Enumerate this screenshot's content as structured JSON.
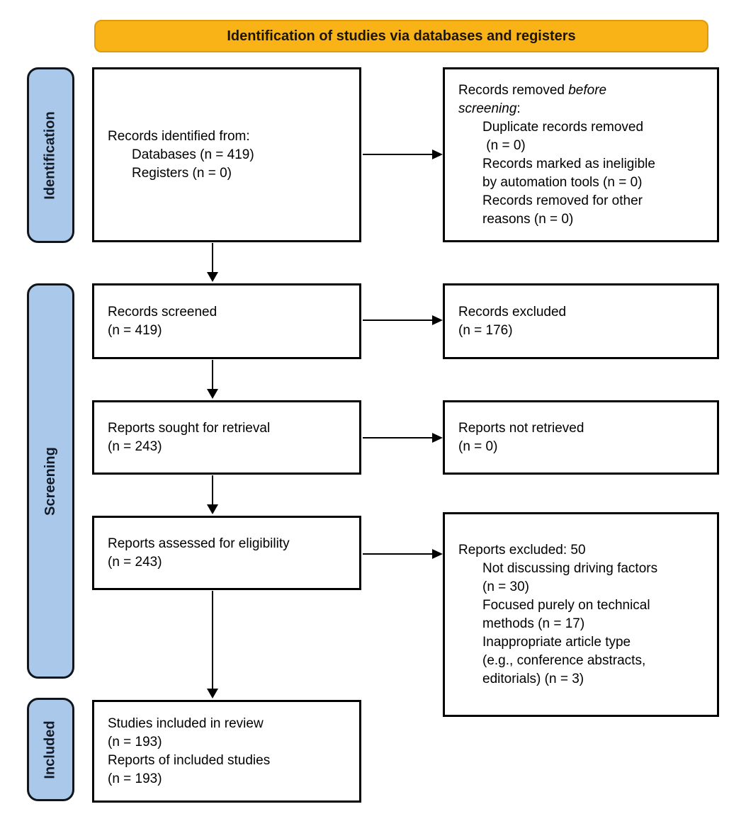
{
  "title": "Identification of studies via databases and registers",
  "colors": {
    "banner_fill": "#F9B317",
    "banner_border": "#DD9C10",
    "stage_fill": "#A9C8EA",
    "stage_border": "#10151C"
  },
  "stages": {
    "identification": "Identification",
    "screening": "Screening",
    "included": "Included"
  },
  "boxes": {
    "records_identified": {
      "lines": [
        {
          "t": "Records identified from:"
        },
        {
          "t": "Databases (n = 419)",
          "ind": 1
        },
        {
          "t": "Registers (n = 0)",
          "ind": 1
        }
      ]
    },
    "records_removed": {
      "lines": [
        {
          "parts": [
            {
              "t": "Records removed "
            },
            {
              "t": "before",
              "it": true
            }
          ]
        },
        {
          "parts": [
            {
              "t": "screening",
              "it": true
            },
            {
              "t": ":"
            }
          ]
        },
        {
          "t": "Duplicate records removed",
          "ind": 1
        },
        {
          "t": " (n = 0)",
          "ind": 1
        },
        {
          "t": "Records marked as ineligible",
          "ind": 1
        },
        {
          "t": "by automation tools (n = 0)",
          "ind": 1
        },
        {
          "t": "Records removed for other",
          "ind": 1
        },
        {
          "t": "reasons (n = 0)",
          "ind": 1
        }
      ]
    },
    "records_screened": {
      "lines": [
        {
          "t": "Records screened"
        },
        {
          "t": "(n = 419)"
        }
      ]
    },
    "records_excluded": {
      "lines": [
        {
          "t": "Records excluded"
        },
        {
          "t": "(n = 176)"
        }
      ]
    },
    "reports_sought": {
      "lines": [
        {
          "t": "Reports sought for retrieval"
        },
        {
          "t": "(n = 243)"
        }
      ]
    },
    "reports_not_retrieved": {
      "lines": [
        {
          "t": "Reports not retrieved"
        },
        {
          "t": "(n = 0)"
        }
      ]
    },
    "reports_assessed": {
      "lines": [
        {
          "t": "Reports assessed for eligibility"
        },
        {
          "t": "(n = 243)"
        }
      ]
    },
    "reports_excluded": {
      "lines": [
        {
          "t": "Reports excluded: 50"
        },
        {
          "t": "Not discussing driving factors",
          "ind": 1
        },
        {
          "t": "(n = 30)",
          "ind": 1
        },
        {
          "t": "Focused purely on technical",
          "ind": 1
        },
        {
          "t": "methods (n = 17)",
          "ind": 1
        },
        {
          "t": "Inappropriate article type",
          "ind": 1
        },
        {
          "t": "(e.g., conference abstracts,",
          "ind": 1
        },
        {
          "t": "editorials) (n = 3)",
          "ind": 1
        }
      ]
    },
    "studies_included": {
      "lines": [
        {
          "t": "Studies included in review"
        },
        {
          "t": "(n = 193)"
        },
        {
          "t": "Reports of included studies"
        },
        {
          "t": "(n = 193)"
        }
      ]
    }
  }
}
